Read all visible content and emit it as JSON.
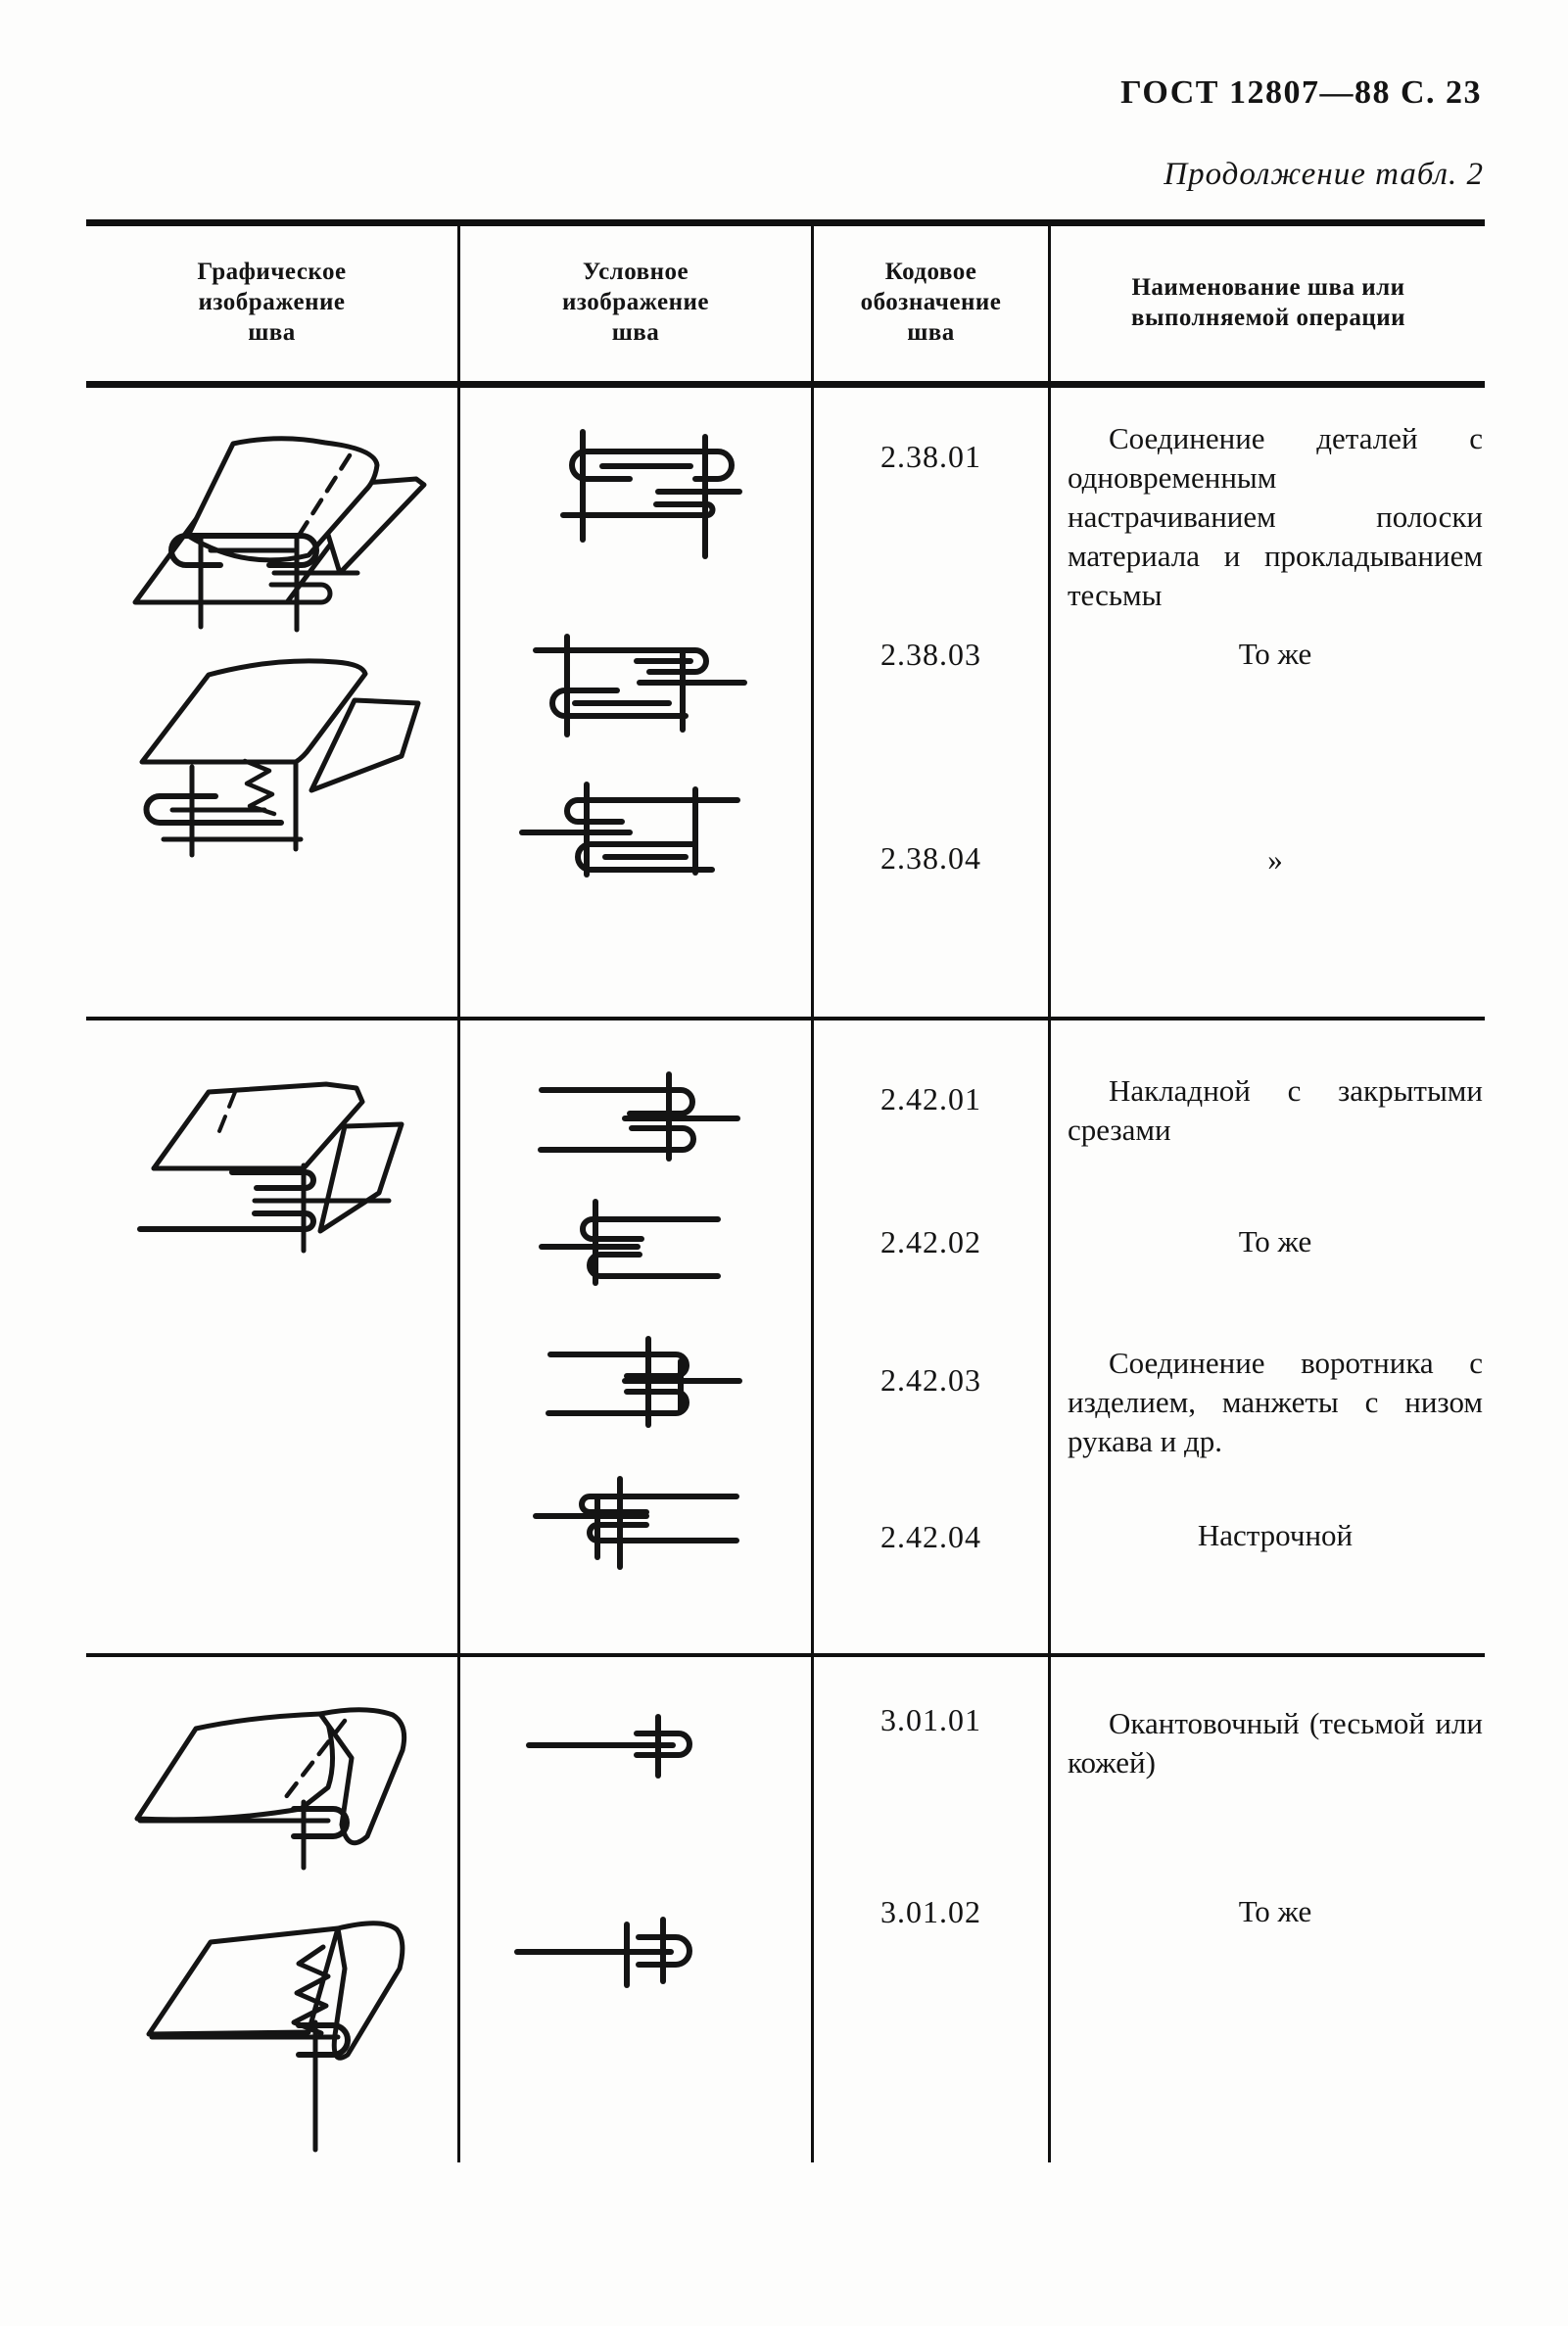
{
  "page": {
    "header_right": "ГОСТ 12807—88 С. 23",
    "table_caption": "Продолжение табл. 2"
  },
  "table": {
    "column_headers": [
      "Графическое\nизображение\nшва",
      "Условное\nизображение\nшва",
      "Кодовое\nобозначение\nшва",
      "Наименование шва или\nвыполняемой операции"
    ],
    "sections": [
      {
        "rows": [
          {
            "code": "2.38.01",
            "name": "Соединение деталей с одновременным настрачиванием полоски материала и прокладыванием тесьмы"
          },
          {
            "code": "2.38.03",
            "name": "То же"
          },
          {
            "code": "2.38.04",
            "name": "»"
          }
        ]
      },
      {
        "rows": [
          {
            "code": "2.42.01",
            "name": "Накладной с закрытыми срезами"
          },
          {
            "code": "2.42.02",
            "name": "То же"
          },
          {
            "code": "2.42.03",
            "name": "Соединение воротника с изделием, манжеты с низом рукава и др."
          },
          {
            "code": "2.42.04",
            "name": "Настрочной"
          }
        ]
      },
      {
        "rows": [
          {
            "code": "3.01.01",
            "name": "Окантовочный (тесьмой или кожей)"
          },
          {
            "code": "3.01.02",
            "name": "То же"
          }
        ]
      }
    ]
  }
}
